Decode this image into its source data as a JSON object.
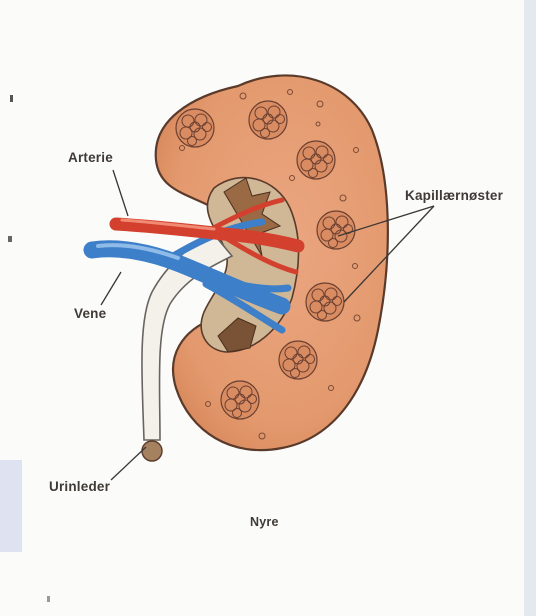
{
  "diagram": {
    "labels": {
      "artery": "Arterie",
      "vein": "Vene",
      "capillaries": "Kapillærnøster",
      "ureter": "Urinleder"
    },
    "caption": "Nyre"
  },
  "colors": {
    "kidney": "#e3996d",
    "kidney_outline": "#5a3a2a",
    "artery": "#d3402e",
    "vein": "#3e7fc9",
    "ureter": "#f3f1ea",
    "pelvis": "#d0b796"
  }
}
